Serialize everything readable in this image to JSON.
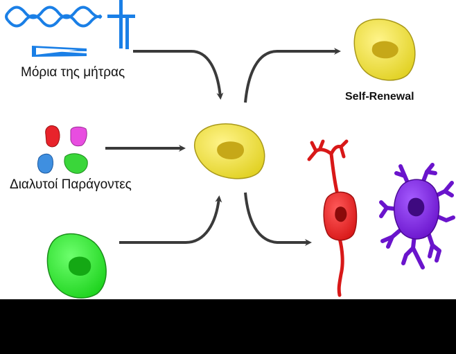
{
  "labels": {
    "matrix_molecules": "Μόρια της μήτρας",
    "soluble_factors": "Διαλυτοί Παράγοντες",
    "self_renewal": "Self-Renewal"
  },
  "colors": {
    "arrow": "#3a3a3a",
    "matrix_blue": "#1a7fe6",
    "stem_cell_fill": "#e8dc3a",
    "stem_cell_nucleus": "#c6a818",
    "neighbor_cell_fill": "#2ee62e",
    "neighbor_cell_nucleus": "#14a814",
    "neuron_red": "#e21f1f",
    "glia_purple": "#7a22d6",
    "factor_red": "#e8232b",
    "factor_pink": "#e84de0",
    "factor_blue": "#3f8fe0",
    "factor_green": "#3ad63a"
  }
}
